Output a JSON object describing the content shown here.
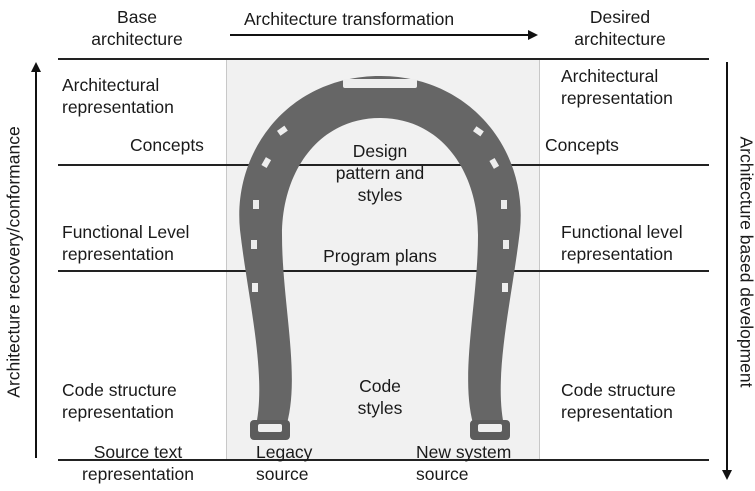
{
  "header": {
    "base": [
      "Base",
      "architecture"
    ],
    "transformation": "Architecture transformation",
    "desired": [
      "Desired",
      "architecture"
    ]
  },
  "left_axis_label": "Architecture recovery/conformance",
  "right_axis_label": "Architecture based development",
  "left_column": {
    "arch_rep": [
      "Architectural",
      "representation"
    ],
    "concepts": "Concepts",
    "functional": [
      "Functional Level",
      "representation"
    ],
    "code": [
      "Code structure",
      "representation"
    ],
    "source": [
      "Source text",
      "representation"
    ]
  },
  "center_column": {
    "design": [
      "Design",
      "pattern and",
      "styles"
    ],
    "program_plans": "Program plans",
    "code_styles": [
      "Code",
      "styles"
    ]
  },
  "right_column": {
    "arch_rep": [
      "Architectural",
      "representation"
    ],
    "concepts": "Concepts",
    "functional": [
      "Functional level",
      "representation"
    ],
    "code": [
      "Code structure",
      "representation"
    ]
  },
  "footer": {
    "legacy": [
      "Legacy",
      "source"
    ],
    "new_system": [
      "New system",
      "source"
    ]
  },
  "colors": {
    "horseshoe": "#666666",
    "panel": "#f1f1f1",
    "lines": "#222222"
  }
}
